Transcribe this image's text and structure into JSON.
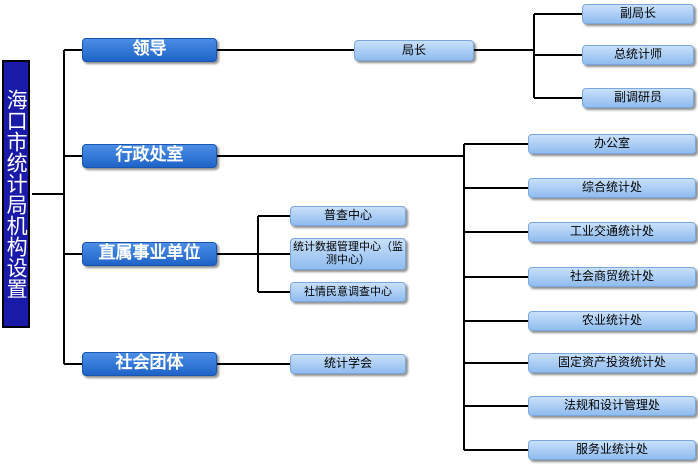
{
  "root": {
    "title": "海口市统计局机构设置"
  },
  "categories": {
    "leadership": "领导",
    "admin": "行政处室",
    "institutions": "直属事业单位",
    "social": "社会团体"
  },
  "leadership": {
    "director": "局长",
    "deputies": [
      "副局长",
      "总统计师",
      "副调研员"
    ]
  },
  "admin_offices": [
    "办公室",
    "综合统计处",
    "工业交通统计处",
    "社会商贸统计处",
    "农业统计处",
    "固定资产投资统计处",
    "法规和设计管理处",
    "服务业统计处"
  ],
  "institutions": [
    "普查中心",
    "统计数据管理中心（监测中心）",
    "社情民意调查中心"
  ],
  "social": [
    "统计学会"
  ]
}
